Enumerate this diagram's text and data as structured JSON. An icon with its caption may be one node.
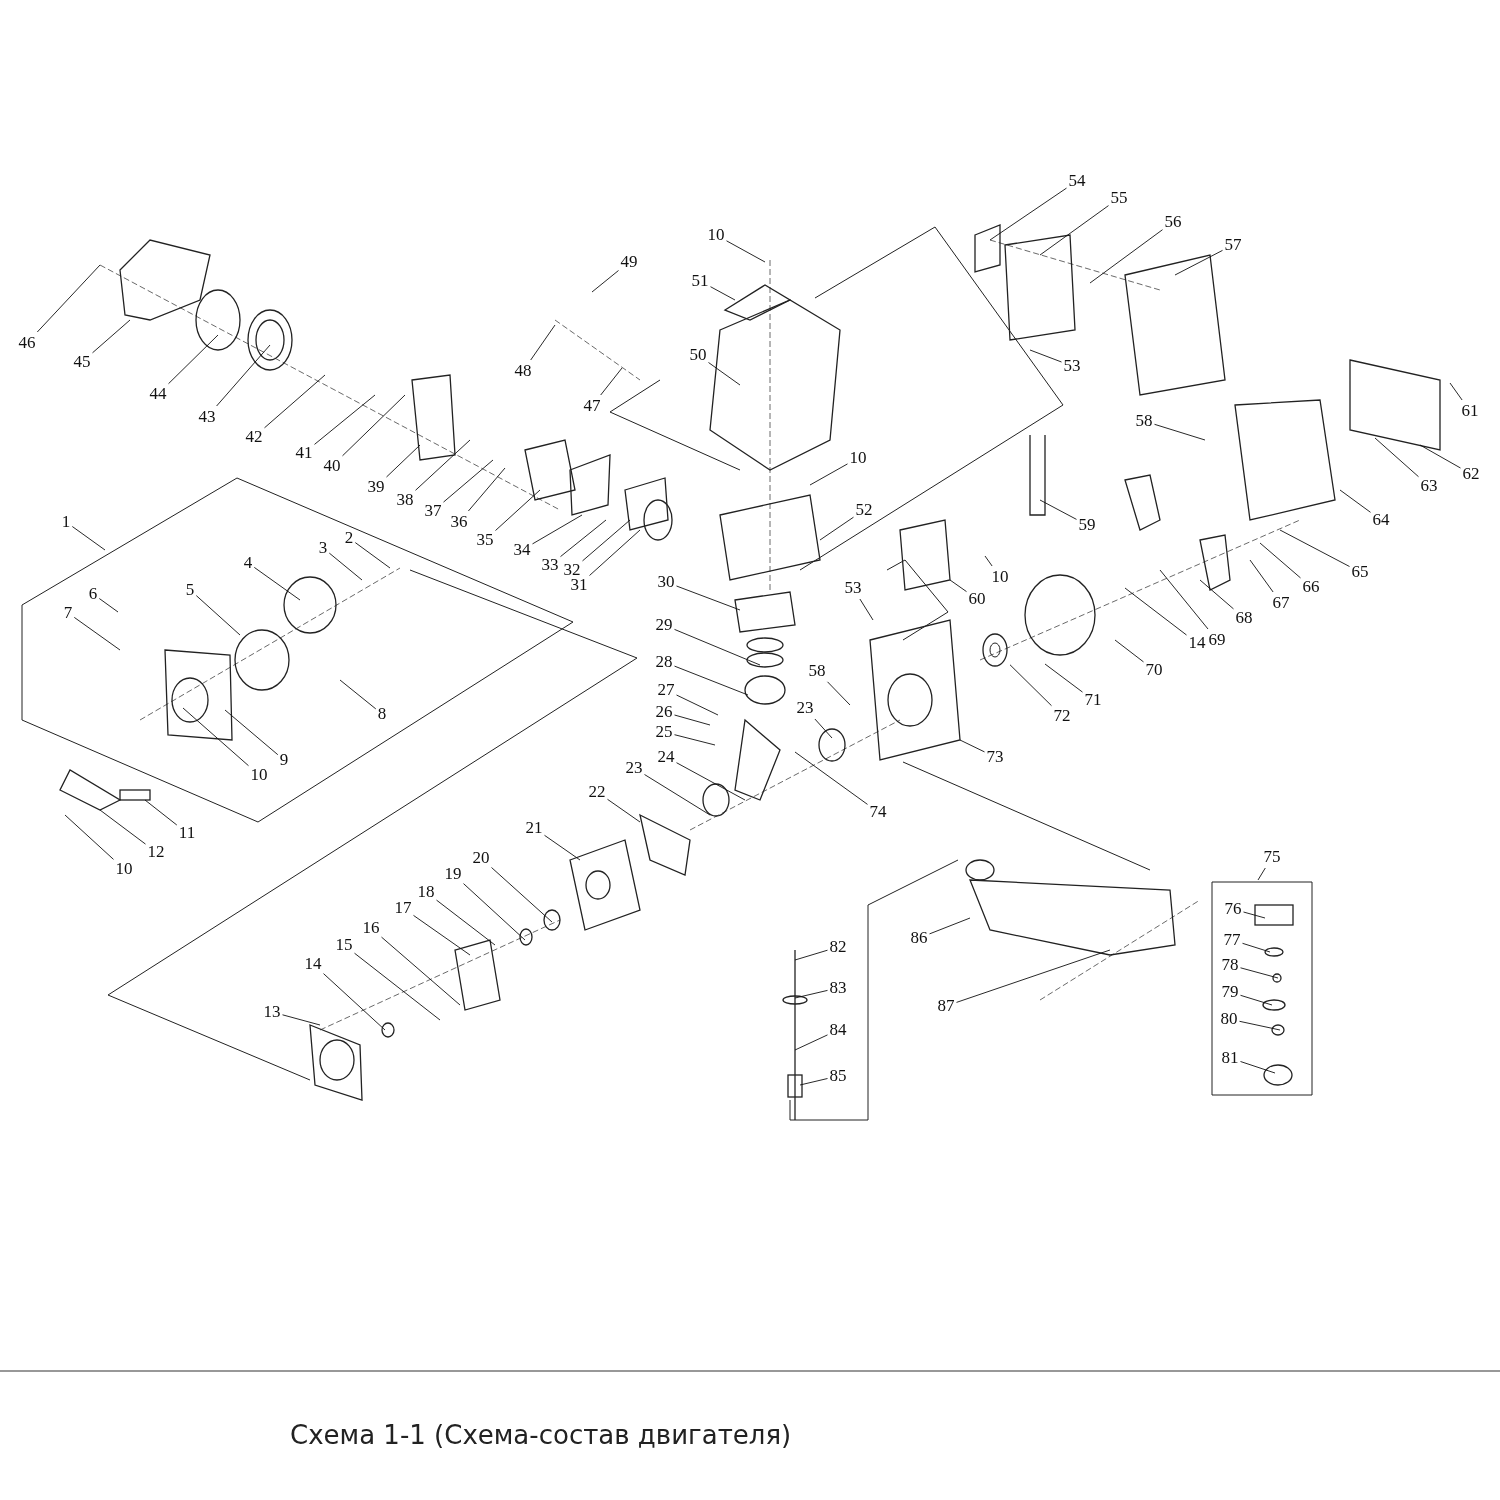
{
  "diagram": {
    "title": "Схема 1-1 (Схема-состав двигателя)",
    "nodes": [
      {
        "text": [
          "1"
        ]
      },
      {
        "text": [
          "2"
        ]
      },
      {
        "text": [
          "3"
        ]
      },
      {
        "text": [
          "4"
        ]
      },
      {
        "text": [
          "5"
        ]
      },
      {
        "text": [
          "6"
        ]
      },
      {
        "text": [
          "7"
        ]
      },
      {
        "text": [
          "8"
        ]
      },
      {
        "text": [
          "9"
        ]
      },
      {
        "text": [
          "10"
        ]
      },
      {
        "text": [
          "11"
        ]
      },
      {
        "text": [
          "12"
        ]
      },
      {
        "text": [
          "10"
        ]
      },
      {
        "text": [
          "13"
        ]
      },
      {
        "text": [
          "14"
        ]
      },
      {
        "text": [
          "15"
        ]
      },
      {
        "text": [
          "16"
        ]
      },
      {
        "text": [
          "17"
        ]
      },
      {
        "text": [
          "18"
        ]
      },
      {
        "text": [
          "19"
        ]
      },
      {
        "text": [
          "20"
        ]
      },
      {
        "text": [
          "21"
        ]
      },
      {
        "text": [
          "22"
        ]
      },
      {
        "text": [
          "23"
        ]
      },
      {
        "text": [
          "24"
        ]
      },
      {
        "text": [
          "25"
        ]
      },
      {
        "text": [
          "26"
        ]
      },
      {
        "text": [
          "27"
        ]
      },
      {
        "text": [
          "28"
        ]
      },
      {
        "text": [
          "29"
        ]
      },
      {
        "text": [
          "30"
        ]
      },
      {
        "text": [
          "31"
        ]
      },
      {
        "text": [
          "32"
        ]
      },
      {
        "text": [
          "33"
        ]
      },
      {
        "text": [
          "34"
        ]
      },
      {
        "text": [
          "35"
        ]
      },
      {
        "text": [
          "36"
        ]
      },
      {
        "text": [
          "37"
        ]
      },
      {
        "text": [
          "38"
        ]
      },
      {
        "text": [
          "39"
        ]
      },
      {
        "text": [
          "40"
        ]
      },
      {
        "text": [
          "41"
        ]
      },
      {
        "text": [
          "42"
        ]
      },
      {
        "text": [
          "43"
        ]
      },
      {
        "text": [
          "44"
        ]
      },
      {
        "text": [
          "45"
        ]
      },
      {
        "text": [
          "46"
        ]
      },
      {
        "text": [
          "47"
        ]
      },
      {
        "text": [
          "48"
        ]
      },
      {
        "text": [
          "49"
        ]
      },
      {
        "text": [
          "10"
        ]
      },
      {
        "text": [
          "51"
        ]
      },
      {
        "text": [
          "50"
        ]
      },
      {
        "text": [
          "54"
        ]
      },
      {
        "text": [
          "55"
        ]
      },
      {
        "text": [
          "56"
        ]
      },
      {
        "text": [
          "57"
        ]
      },
      {
        "text": [
          "53"
        ]
      },
      {
        "text": [
          "10"
        ]
      },
      {
        "text": [
          "52"
        ]
      },
      {
        "text": [
          "58"
        ]
      },
      {
        "text": [
          "61"
        ]
      },
      {
        "text": [
          "62"
        ]
      },
      {
        "text": [
          "63"
        ]
      },
      {
        "text": [
          "64"
        ]
      },
      {
        "text": [
          "65"
        ]
      },
      {
        "text": [
          "66"
        ]
      },
      {
        "text": [
          "67"
        ]
      },
      {
        "text": [
          "68"
        ]
      },
      {
        "text": [
          "69"
        ]
      },
      {
        "text": [
          "14"
        ]
      },
      {
        "text": [
          "70"
        ]
      },
      {
        "text": [
          "71"
        ]
      },
      {
        "text": [
          "72"
        ]
      },
      {
        "text": [
          "60"
        ]
      },
      {
        "text": [
          "10"
        ]
      },
      {
        "text": [
          "59"
        ]
      },
      {
        "text": [
          "53"
        ]
      },
      {
        "text": [
          "58"
        ]
      },
      {
        "text": [
          "23"
        ]
      },
      {
        "text": [
          "73"
        ]
      },
      {
        "text": [
          "74"
        ]
      },
      {
        "text": [
          "75"
        ]
      },
      {
        "text": [
          "76"
        ]
      },
      {
        "text": [
          "77"
        ]
      },
      {
        "text": [
          "78"
        ]
      },
      {
        "text": [
          "79"
        ]
      },
      {
        "text": [
          "80"
        ]
      },
      {
        "text": [
          "81"
        ]
      },
      {
        "text": [
          "82"
        ]
      },
      {
        "text": [
          "83"
        ]
      },
      {
        "text": [
          "84"
        ]
      },
      {
        "text": [
          "85"
        ]
      },
      {
        "text": [
          "86"
        ]
      },
      {
        "text": [
          "87"
        ]
      },
      {
        "text": [],
        "shape": "circle"
      }
    ],
    "edges": [
      {
        "from": 0,
        "to": null,
        "arrow": "none"
      },
      {
        "from": 1,
        "to": null,
        "arrow": "none"
      },
      {
        "from": 2,
        "to": null,
        "arrow": "none"
      },
      {
        "from": 3,
        "to": null,
        "arrow": "none"
      },
      {
        "from": 4,
        "to": null,
        "arrow": "none"
      },
      {
        "from": 5,
        "to": null,
        "arrow": "none"
      },
      {
        "from": 6,
        "to": null,
        "arrow": "none"
      },
      {
        "from": 7,
        "to": null,
        "arrow": "none"
      },
      {
        "from": 8,
        "to": null,
        "arrow": "none"
      },
      {
        "from": 9,
        "to": null,
        "arrow": "none"
      },
      {
        "from": 10,
        "to": null,
        "arrow": "none"
      },
      {
        "from": 11,
        "to": null,
        "arrow": "none"
      },
      {
        "from": 12,
        "to": null,
        "arrow": "none"
      },
      {
        "from": 13,
        "to": null,
        "arrow": "none"
      },
      {
        "from": 14,
        "to": null,
        "arrow": "none"
      },
      {
        "from": 15,
        "to": null,
        "arrow": "none"
      },
      {
        "from": 16,
        "to": null,
        "arrow": "none"
      },
      {
        "from": 17,
        "to": null,
        "arrow": "none"
      },
      {
        "from": 18,
        "to": null,
        "arrow": "none"
      },
      {
        "from": 19,
        "to": null,
        "arrow": "none"
      },
      {
        "from": 20,
        "to": null,
        "arrow": "none"
      },
      {
        "from": 21,
        "to": null,
        "arrow": "none"
      },
      {
        "from": 22,
        "to": null,
        "arrow": "none"
      },
      {
        "from": 23,
        "to": null,
        "arrow": "none"
      },
      {
        "from": 24,
        "to": null,
        "arrow": "none"
      },
      {
        "from": 25,
        "to": null,
        "arrow": "none"
      },
      {
        "from": 26,
        "to": null,
        "arrow": "none"
      },
      {
        "from": 27,
        "to": null,
        "arrow": "none"
      },
      {
        "from": 28,
        "to": null,
        "arrow": "none"
      },
      {
        "from": 29,
        "to": null,
        "arrow": "none"
      },
      {
        "from": 30,
        "to": null,
        "arrow": "none"
      },
      {
        "from": 31,
        "to": null,
        "arrow": "none"
      },
      {
        "from": 32,
        "to": null,
        "arrow": "none"
      },
      {
        "from": 33,
        "to": null,
        "arrow": "none"
      },
      {
        "from": 34,
        "to": null,
        "arrow": "none"
      },
      {
        "from": 35,
        "to": null,
        "arrow": "none"
      },
      {
        "from": 36,
        "to": null,
        "arrow": "none"
      },
      {
        "from": 37,
        "to": null,
        "arrow": "none"
      },
      {
        "from": 38,
        "to": null,
        "arrow": "none"
      },
      {
        "from": 39,
        "to": null,
        "arrow": "none"
      },
      {
        "from": 40,
        "to": null,
        "arrow": "none"
      },
      {
        "from": 41,
        "to": null,
        "arrow": "none"
      },
      {
        "from": 42,
        "to": null,
        "arrow": "none"
      },
      {
        "from": 43,
        "to": null,
        "arrow": "none"
      },
      {
        "from": 44,
        "to": null,
        "arrow": "none"
      },
      {
        "from": 45,
        "to": null,
        "arrow": "none"
      },
      {
        "from": 46,
        "to": null,
        "arrow": "none"
      },
      {
        "from": 47,
        "to": null,
        "arrow": "none"
      },
      {
        "from": 48,
        "to": null,
        "arrow": "none"
      },
      {
        "from": 49,
        "to": null,
        "arrow": "none"
      },
      {
        "from": 50,
        "to": null,
        "arrow": "none"
      },
      {
        "from": 51,
        "to": null,
        "arrow": "none"
      },
      {
        "from": 52,
        "to": null,
        "arrow": "none"
      },
      {
        "from": 53,
        "to": null,
        "arrow": "none"
      },
      {
        "from": 54,
        "to": null,
        "arrow": "none"
      },
      {
        "from": 55,
        "to": null,
        "arrow": "none"
      },
      {
        "from": 56,
        "to": null,
        "arrow": "none"
      },
      {
        "from": 57,
        "to": null,
        "arrow": "none"
      },
      {
        "from": 58,
        "to": null,
        "arrow": "none"
      },
      {
        "from": 59,
        "to": null,
        "arrow": "none"
      },
      {
        "from": 60,
        "to": null,
        "arrow": "none"
      },
      {
        "from": 61,
        "to": null,
        "arrow": "none"
      },
      {
        "from": 62,
        "to": null,
        "arrow": "none"
      },
      {
        "from": 63,
        "to": null,
        "arrow": "none"
      },
      {
        "from": 64,
        "to": null,
        "arrow": "none"
      },
      {
        "from": 65,
        "to": null,
        "arrow": "none"
      },
      {
        "from": 66,
        "to": null,
        "arrow": "none"
      },
      {
        "from": 67,
        "to": null,
        "arrow": "none"
      },
      {
        "from": 68,
        "to": null,
        "arrow": "none"
      },
      {
        "from": 69,
        "to": null,
        "arrow": "none"
      },
      {
        "from": 70,
        "to": null,
        "arrow": "none"
      },
      {
        "from": 71,
        "to": null,
        "arrow": "none"
      },
      {
        "from": 72,
        "to": null,
        "arrow": "none"
      },
      {
        "from": 73,
        "to": 95,
        "arrow": "none"
      },
      {
        "from": 74,
        "to": null,
        "arrow": "none"
      },
      {
        "from": 75,
        "to": null,
        "arrow": "none"
      },
      {
        "from": 76,
        "to": null,
        "arrow": "none"
      },
      {
        "from": 77,
        "to": null,
        "arrow": "none"
      },
      {
        "from": 78,
        "to": null,
        "arrow": "none"
      },
      {
        "from": 79,
        "to": null,
        "arrow": "none"
      },
      {
        "from": 80,
        "to": null,
        "arrow": "none"
      },
      {
        "from": 81,
        "to": null,
        "arrow": "none"
      },
      {
        "from": 82,
        "to": null,
        "arrow": "none"
      },
      {
        "from": 83,
        "to": null,
        "arrow": "none"
      },
      {
        "from": 84,
        "to": null,
        "arrow": "none"
      },
      {
        "from": 85,
        "to": null,
        "arrow": "none"
      },
      {
        "from": 86,
        "to": null,
        "arrow": "none"
      },
      {
        "from": 87,
        "to": null,
        "arrow": "none"
      },
      {
        "from": 88,
        "to": null,
        "arrow": "none"
      },
      {
        "from": 89,
        "to": null,
        "arrow": "none"
      },
      {
        "from": 90,
        "to": null,
        "arrow": "none"
      },
      {
        "from": 91,
        "to": null,
        "arrow": "none"
      },
      {
        "from": 92,
        "to": null,
        "arrow": "none"
      },
      {
        "from": 93,
        "to": null,
        "arrow": "none"
      },
      {
        "from": 94,
        "to": null,
        "arrow": "none"
      }
    ]
  }
}
